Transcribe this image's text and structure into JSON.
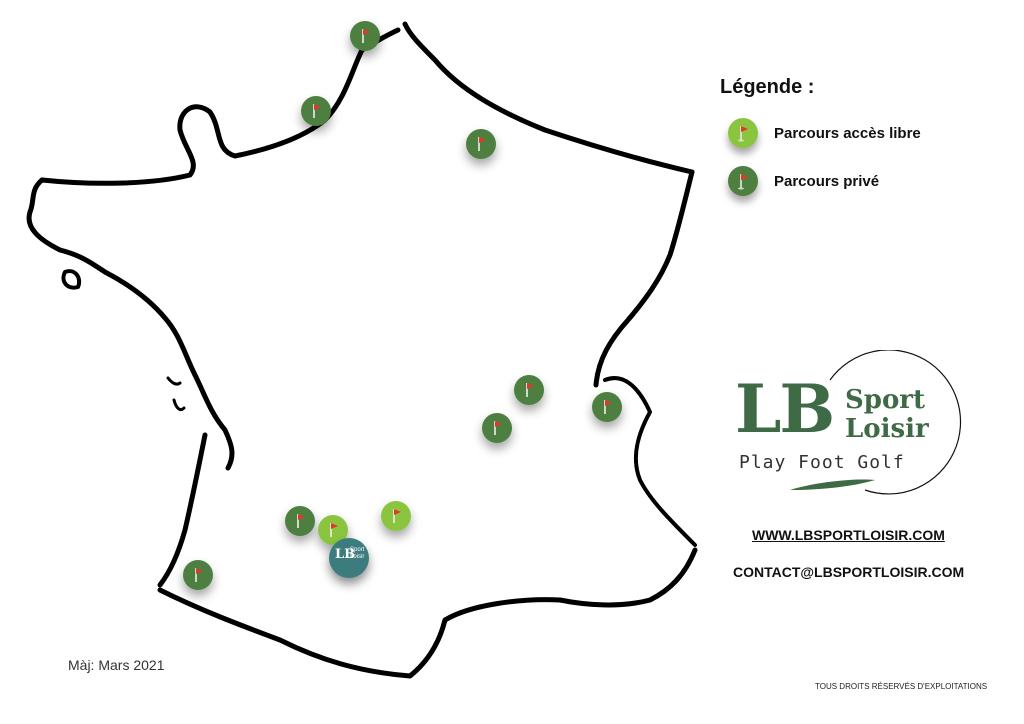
{
  "legend": {
    "title": "Légende :",
    "items": [
      {
        "label": "Parcours accès libre",
        "color": "#8bc53f",
        "icon": "golf-flag-icon"
      },
      {
        "label": "Parcours privé",
        "color": "#4e7f3f",
        "icon": "golf-flag-icon"
      }
    ]
  },
  "logo": {
    "lb": "LB",
    "sport": "Sport",
    "loisir": "Loisir",
    "tagline": "Play Foot Golf",
    "brand_color": "#3e6b45"
  },
  "city_logo": {
    "lb": "LB",
    "text": "Sport Loisir"
  },
  "website": "WWW.LBSPORTLOISIR.COM",
  "contact": "CONTACT@LBSPORTLOISIR.COM",
  "update": "Màj: Mars 2021",
  "rights": "TOUS DROITS RÉSERVÉS D'EXPLOITATIONS",
  "markers": [
    {
      "name": "marker-normandie-1",
      "type": "prive"
    },
    {
      "name": "marker-normandie-2",
      "type": "prive"
    },
    {
      "name": "marker-ile-de-france",
      "type": "prive"
    },
    {
      "name": "marker-rhone-1",
      "type": "prive"
    },
    {
      "name": "marker-rhone-2",
      "type": "prive"
    },
    {
      "name": "marker-alpes",
      "type": "prive"
    },
    {
      "name": "marker-aquitaine-1",
      "type": "prive"
    },
    {
      "name": "marker-aquitaine-2",
      "type": "libre"
    },
    {
      "name": "marker-lot",
      "type": "libre"
    },
    {
      "name": "marker-pays-basque",
      "type": "prive"
    }
  ]
}
